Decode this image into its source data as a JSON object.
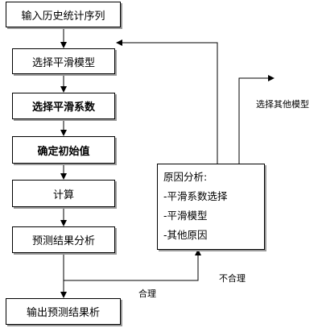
{
  "steps": {
    "input": "输入历史统计序列",
    "select_model": "选择平滑模型",
    "select_coeff": "选择平滑系数",
    "init_value": "确定初始值",
    "compute": "计算",
    "analyze": "预测结果分析",
    "output": "输出预测结果析"
  },
  "cause": {
    "title": "原因分析:",
    "items": [
      "-平滑系数选择",
      "-平滑模型",
      "-其他原因"
    ]
  },
  "labels": {
    "other_model": "选择其他模型",
    "reasonable": "合理",
    "unreasonable": "不合理"
  }
}
